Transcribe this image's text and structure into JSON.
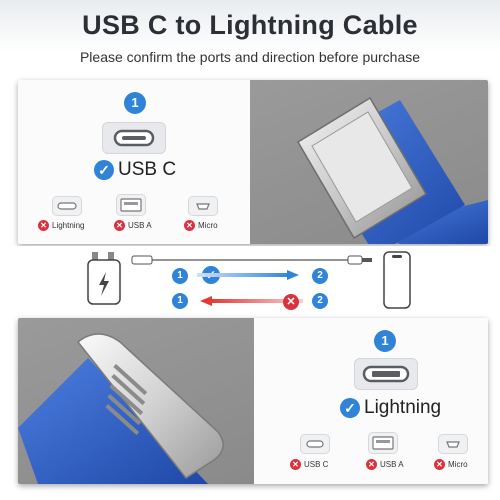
{
  "header": {
    "title": "USB C to Lightning Cable",
    "subtitle": "Please confirm the ports and direction before purchase"
  },
  "top_panel": {
    "badge": "1",
    "main_port_label": "USB C",
    "other_ports": [
      {
        "label": "Lightning"
      },
      {
        "label": "USB A"
      },
      {
        "label": "Micro"
      }
    ]
  },
  "direction": {
    "forward": {
      "from": "1",
      "to": "2",
      "status": "supported"
    },
    "reverse": {
      "from": "1",
      "to": "2",
      "status": "not supported"
    }
  },
  "bottom_panel": {
    "badge": "1",
    "main_port_label": "Lightning",
    "other_ports": [
      {
        "label": "USB C"
      },
      {
        "label": "USB A"
      },
      {
        "label": "Micro"
      }
    ]
  },
  "colors": {
    "accent_blue": "#2f84d8",
    "cable_blue": "#2f5fbf",
    "error_red": "#d9333f",
    "arrow_red": "#e53935"
  },
  "icons": [
    "check-icon",
    "x-icon",
    "lightning-bolt-icon",
    "phone-icon",
    "usb-c-plug-icon",
    "lightning-plug-icon"
  ]
}
